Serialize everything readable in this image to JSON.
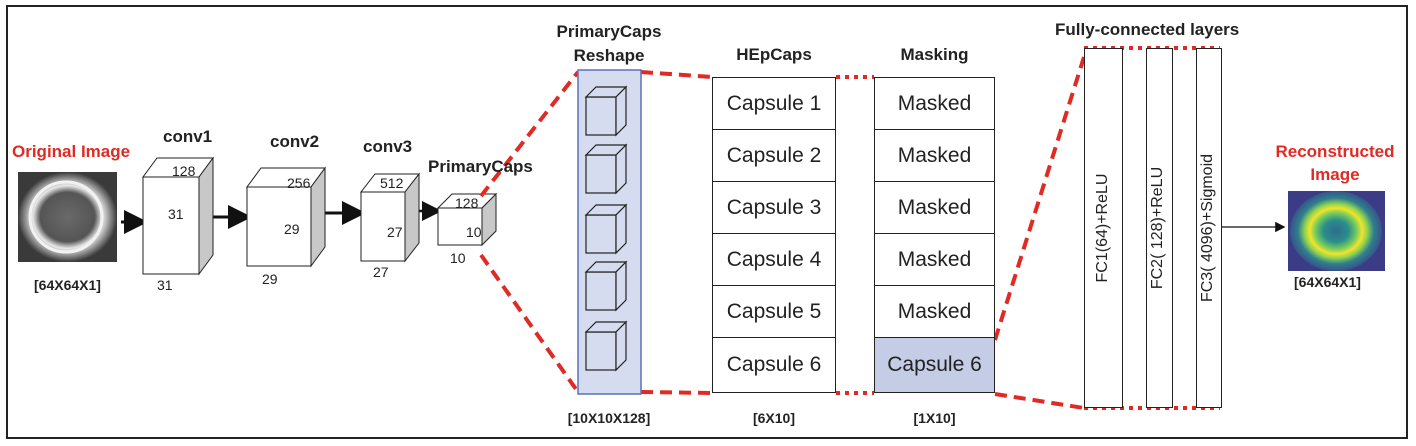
{
  "colors": {
    "accent_red": "#e02a24",
    "highlight_blue": "#d6dcef",
    "capsule_blue": "#c5cde6"
  },
  "input": {
    "label": "Original Image",
    "size": "[64X64X1]"
  },
  "conv1": {
    "title": "conv1",
    "depth": "128",
    "h": "31",
    "w": "31"
  },
  "conv2": {
    "title": "conv2",
    "depth": "256",
    "h": "29",
    "w": "29"
  },
  "conv3": {
    "title": "conv3",
    "depth": "512",
    "h": "27",
    "w": "27"
  },
  "primary": {
    "title": "PrimaryCaps",
    "depth": "128",
    "h": "10",
    "w": "10"
  },
  "reshape": {
    "title_line1": "PrimaryCaps",
    "title_line2": "Reshape",
    "size": "[10X10X128]"
  },
  "hepcaps": {
    "title": "HEpCaps",
    "size": "[6X10]",
    "capsules": [
      "Capsule 1",
      "Capsule 2",
      "Capsule 3",
      "Capsule 4",
      "Capsule 5",
      "Capsule 6"
    ]
  },
  "masking": {
    "title": "Masking",
    "size": "[1X10]",
    "rows": [
      "Masked",
      "Masked",
      "Masked",
      "Masked",
      "Masked",
      "Capsule 6"
    ]
  },
  "fc": {
    "title": "Fully-connected layers",
    "layers": [
      "FC1(64)+ReLU",
      "FC2( 128)+ReLU",
      "FC3( 4096)+Sigmoid"
    ]
  },
  "output": {
    "label_line1": "Reconstructed",
    "label_line2": "Image",
    "size": "[64X64X1]"
  }
}
